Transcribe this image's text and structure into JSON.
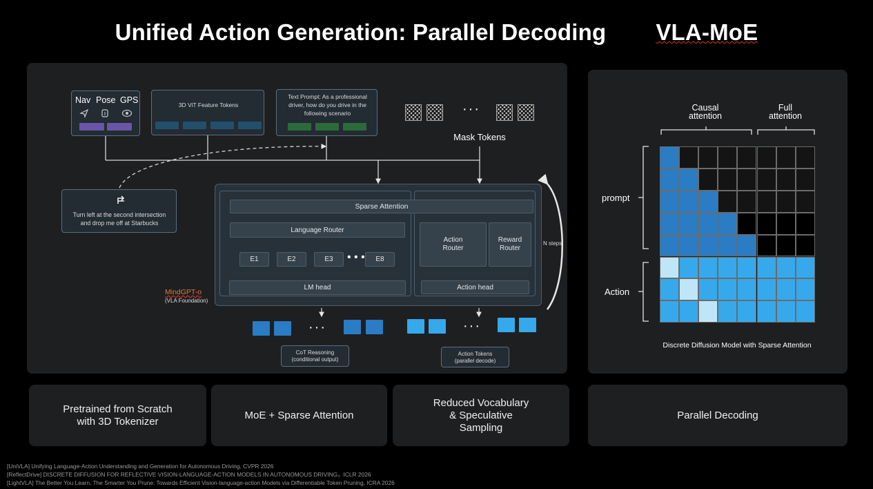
{
  "title": {
    "left": "Unified Action Generation: Parallel Decoding",
    "right": "VLA-MoE"
  },
  "inputs": {
    "nav": "Nav",
    "pose": "Pose",
    "gps": "GPS",
    "vit_tokens": "3D ViT Feature Tokens",
    "text_prompt": "Text Prompt: As a professional driver, how do you drive in the following scenario",
    "mask_tokens": "Mask Tokens",
    "instruction": "Turn left at the second intersection and drop me off at Starbucks"
  },
  "model": {
    "sparse_attention": "Sparse Attention",
    "language_router": "Language Router",
    "experts": [
      "E1",
      "E2",
      "E3",
      "E8"
    ],
    "action_router": "Action Router",
    "reward_router": "Reward Router",
    "lm_head": "LM head",
    "action_head": "Action head",
    "n_steps": "N steps",
    "foundation_name": "MindGPT-o",
    "foundation_sub": "(VLA Foundation)"
  },
  "outputs": {
    "cot": "CoT Reasoning",
    "cot_sub": "(conditional output)",
    "action_tokens": "Action Tokens",
    "action_sub": "(parallel decode)"
  },
  "attention": {
    "causal": "Causal attention",
    "full": "Full attention",
    "prompt": "prompt",
    "action": "Action",
    "caption": "Discrete Diffusion Model with Sparse Attention"
  },
  "features": [
    "Pretrained from Scratch with 3D Tokenizer",
    "MoE + Sparse Attention",
    "Reduced Vocabulary & Speculative Sampling",
    "Parallel Decoding"
  ],
  "references": [
    "[UniVLA] Unifying Language-Action Understanding and Generation for Autonomous Driving, CVPR 2026",
    "[ReflectDrive] DISCRETE DIFFUSION FOR REFLECTIVE VISION-LANGUAGE-ACTION MODELS IN AUTONOMOUS DRIVING，ICLR 2026",
    "[LightVLA] The Better You Learn, The Smarter You Prune: Towards Efficient Vision-language-action Models via Differentiable Token Pruning, ICRA 2026"
  ],
  "colors": {
    "purple": "#6a56a8",
    "teal": "#22506a",
    "green": "#2c6a3a",
    "blue_dark": "#2a7cc4",
    "blue_light": "#35a9ec",
    "blue_pale": "#bfe6f8",
    "black": "#141414"
  }
}
